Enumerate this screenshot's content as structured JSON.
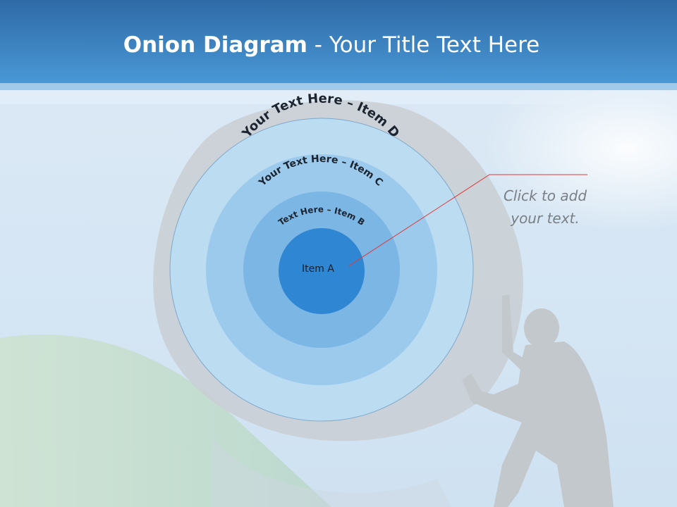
{
  "slide": {
    "title_bold": "Onion Diagram",
    "title_rest": " - Your Title Text Here",
    "callout_line1": "Click  to add",
    "callout_line2": "your text."
  },
  "diagram": {
    "layers": [
      {
        "label": "Item A",
        "color": "#2f86d2"
      },
      {
        "label": "Text Here – Item B",
        "color": "#7bb6e4"
      },
      {
        "label": "Your Text Here – Item C",
        "color": "#9ccaec"
      },
      {
        "label": "Your Text Here – Item D",
        "color": "#bcdcf2"
      }
    ],
    "connector_color": "#e03a3a"
  },
  "colors": {
    "header_top": "#2f6fae",
    "header_bottom": "#4b9ad8",
    "sky": "#d8e8f4",
    "hill": "#c7ddd0",
    "silhouette": "#c4c9cc"
  }
}
